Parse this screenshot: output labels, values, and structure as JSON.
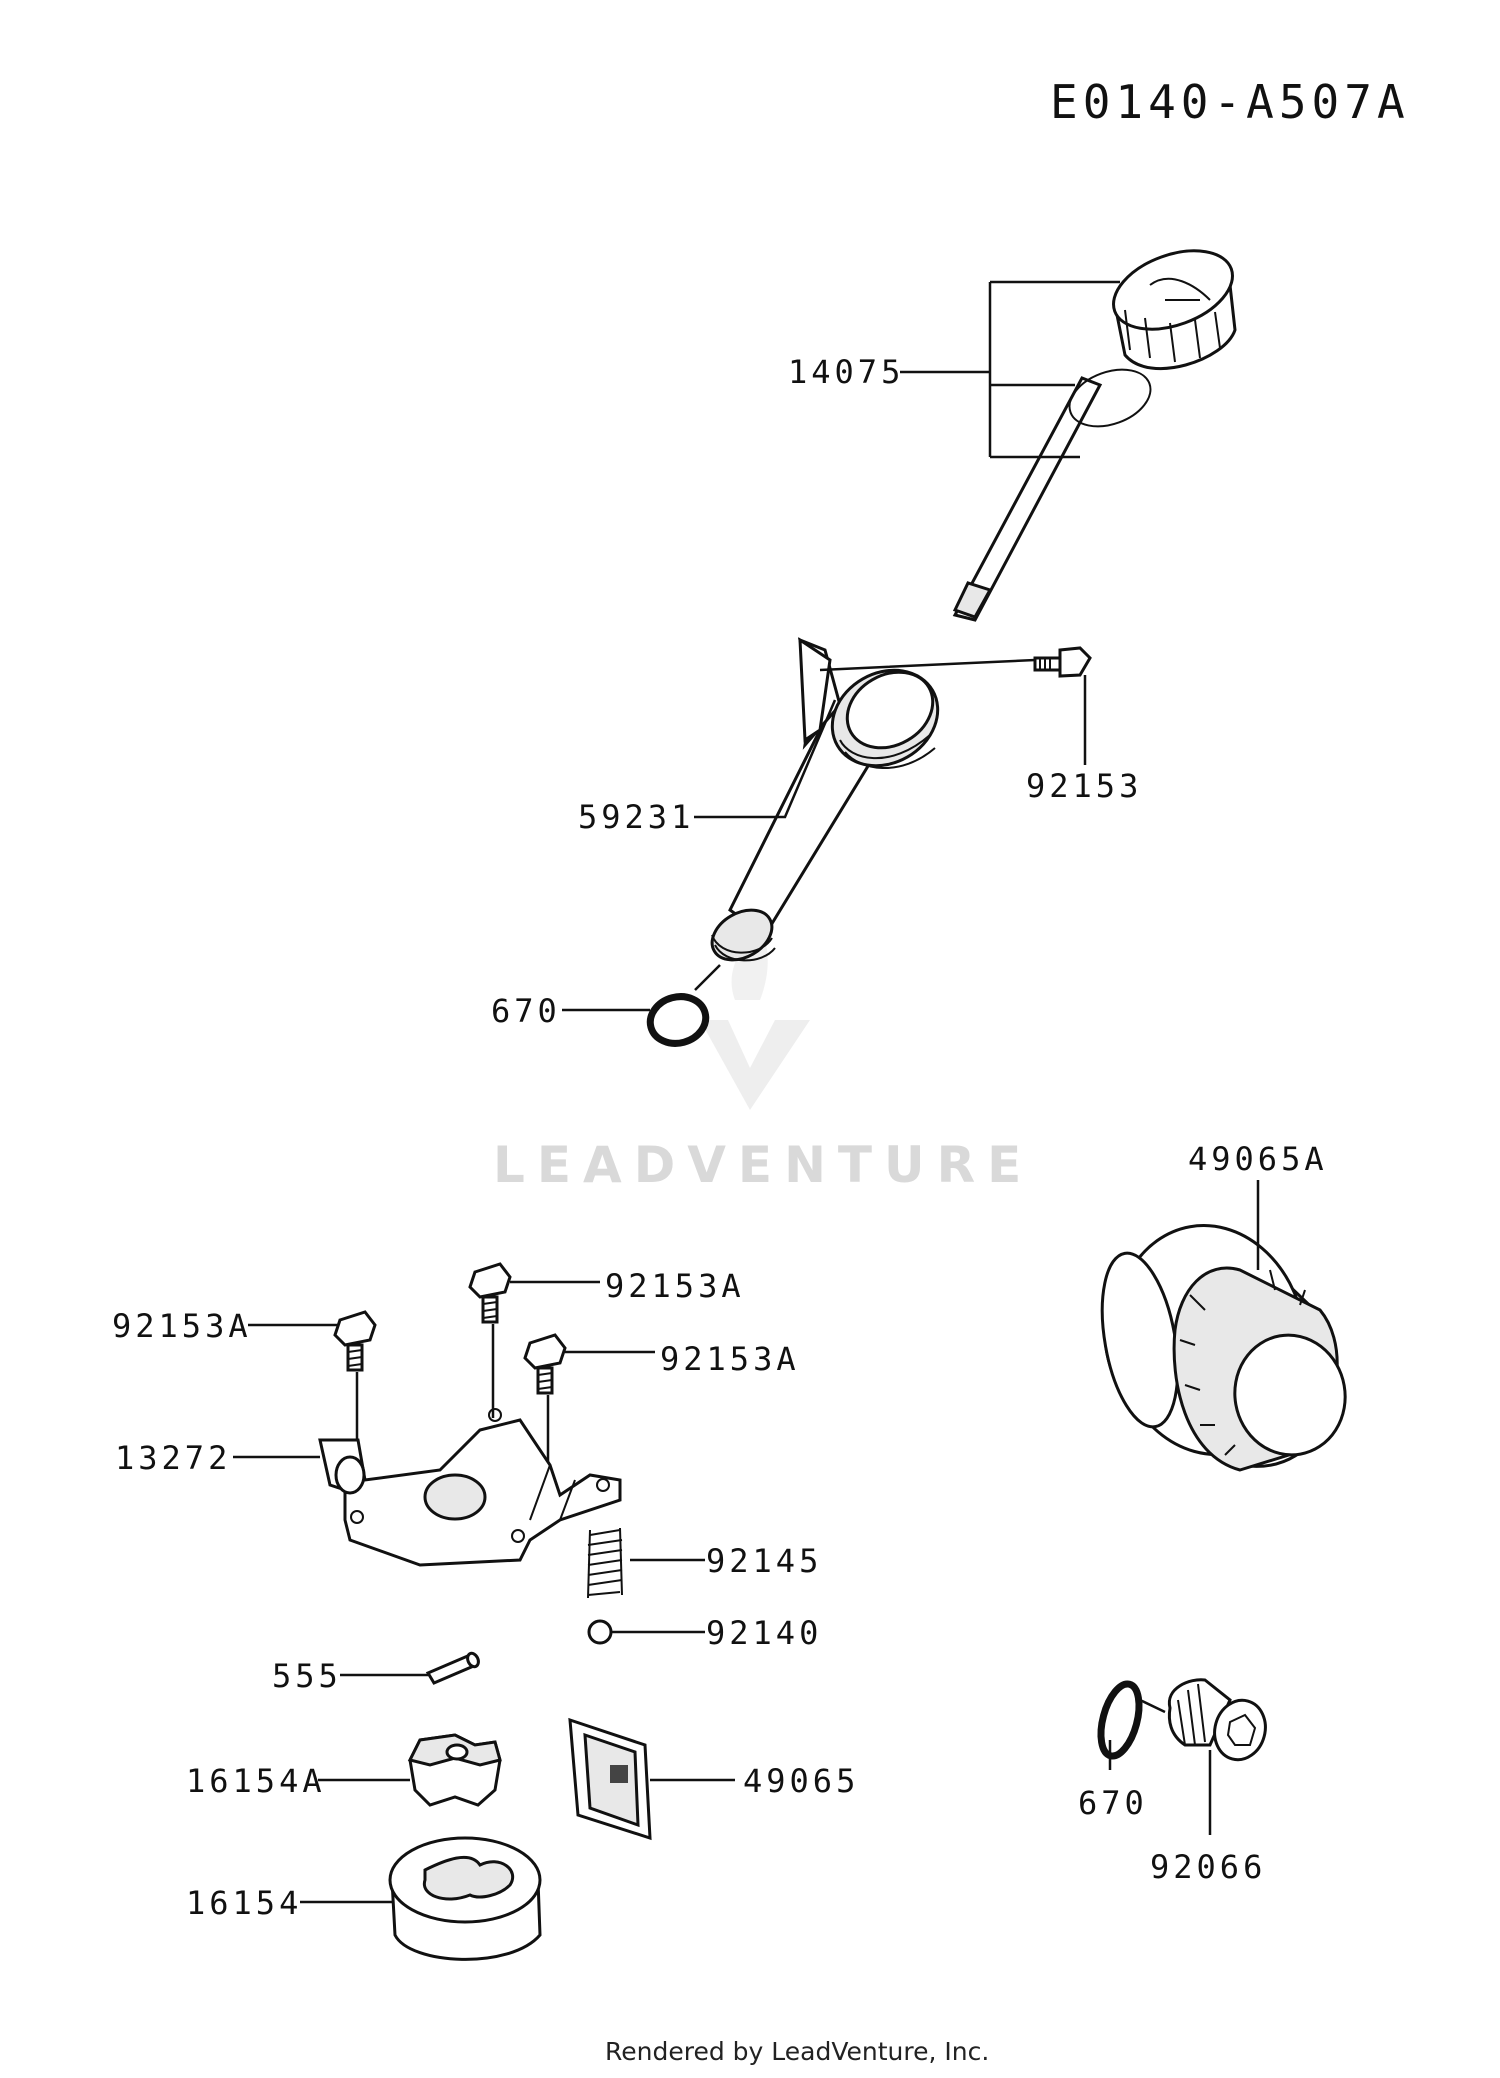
{
  "diagram_id": "E0140-A507A",
  "watermark": "LEADVENTURE",
  "footer": "Rendered by LeadVenture, Inc.",
  "labels": {
    "p14075": "14075",
    "p92153": "92153",
    "p59231": "59231",
    "p670_top": "670",
    "p49065A": "49065A",
    "p92153A_1": "92153A",
    "p92153A_2": "92153A",
    "p92153A_3": "92153A",
    "p13272": "13272",
    "p92145": "92145",
    "p92140": "92140",
    "p555": "555",
    "p16154A": "16154A",
    "p49065": "49065",
    "p16154": "16154",
    "p670_bottom": "670",
    "p92066": "92066"
  }
}
